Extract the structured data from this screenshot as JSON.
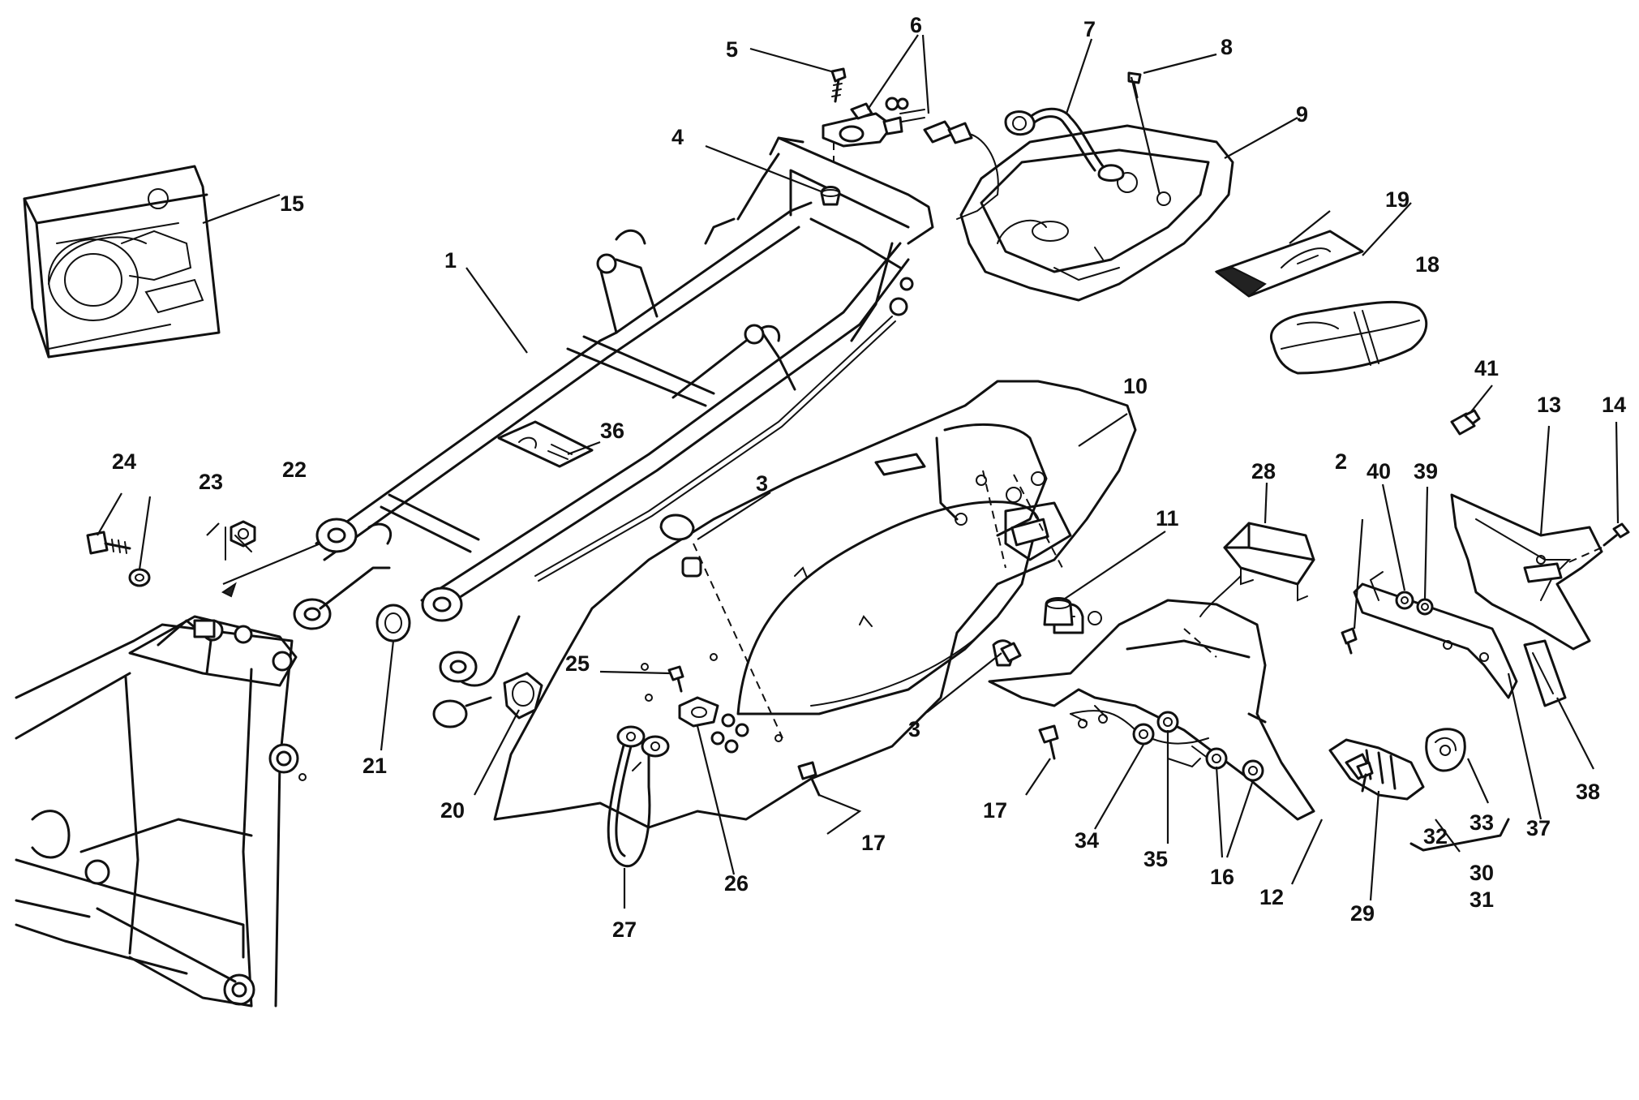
{
  "callouts": [
    {
      "label": "1"
    },
    {
      "label": "2"
    },
    {
      "label": "3"
    },
    {
      "label": "3"
    },
    {
      "label": "4"
    },
    {
      "label": "5"
    },
    {
      "label": "6"
    },
    {
      "label": "7"
    },
    {
      "label": "8"
    },
    {
      "label": "9"
    },
    {
      "label": "10"
    },
    {
      "label": "11"
    },
    {
      "label": "12"
    },
    {
      "label": "13"
    },
    {
      "label": "14"
    },
    {
      "label": "15"
    },
    {
      "label": "16"
    },
    {
      "label": "17"
    },
    {
      "label": "17"
    },
    {
      "label": "18"
    },
    {
      "label": "19"
    },
    {
      "label": "20"
    },
    {
      "label": "21"
    },
    {
      "label": "22"
    },
    {
      "label": "23"
    },
    {
      "label": "24"
    },
    {
      "label": "25"
    },
    {
      "label": "26"
    },
    {
      "label": "27"
    },
    {
      "label": "28"
    },
    {
      "label": "29"
    },
    {
      "label": "30"
    },
    {
      "label": "31"
    },
    {
      "label": "32"
    },
    {
      "label": "33"
    },
    {
      "label": "34"
    },
    {
      "label": "35"
    },
    {
      "label": "36"
    },
    {
      "label": "37"
    },
    {
      "label": "38"
    },
    {
      "label": "39"
    },
    {
      "label": "40"
    },
    {
      "label": "41"
    }
  ]
}
